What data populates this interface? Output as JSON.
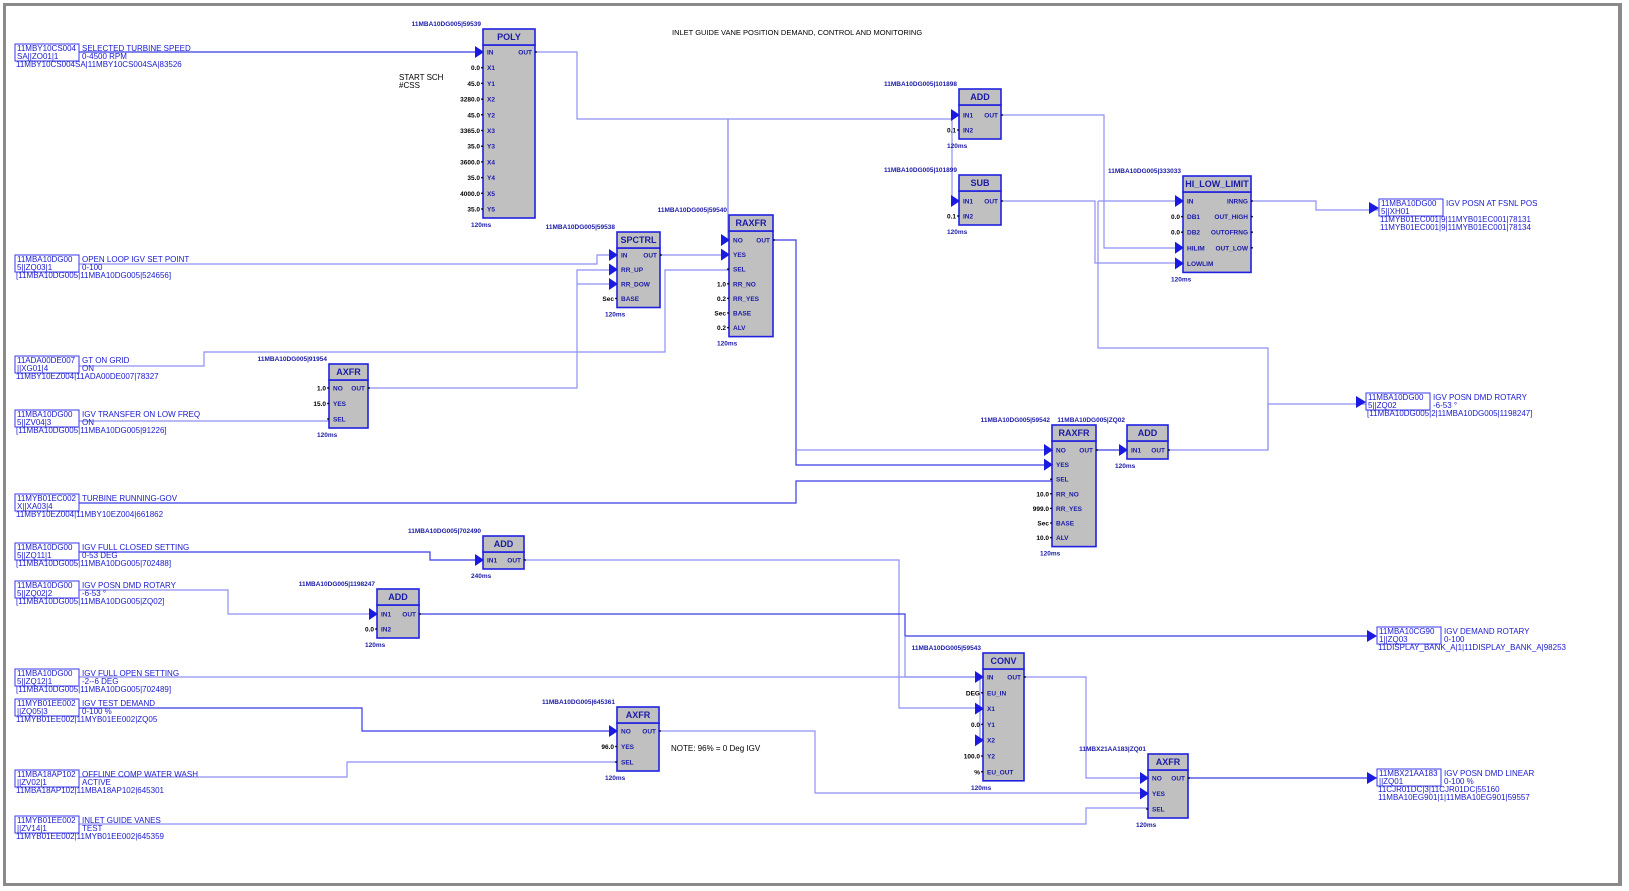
{
  "diagram": {
    "title": "INLET GUIDE VANE POSITION DEMAND, CONTROL AND MONITORING",
    "annotations": [
      {
        "id": "start-sch",
        "lines": [
          "START SCH",
          "#CSS"
        ]
      },
      {
        "id": "note-96",
        "lines": [
          "NOTE:  96% = 0 Deg IGV"
        ]
      }
    ],
    "inputs": [
      {
        "id": "selected-turbine-speed",
        "box": [
          "11MBY10CS004",
          "SA||ZO01|1"
        ],
        "label": "SELECTED TURBINE SPEED",
        "sub": "0-4500 RPM",
        "ref": [
          "11MBY10CS004SA|11MBY10CS004SA|83526"
        ]
      },
      {
        "id": "open-loop-igv-set-point",
        "box": [
          "11MBA10DG00",
          "5||ZQ03|1"
        ],
        "label": "OPEN LOOP IGV SET POINT",
        "sub": "0-100",
        "ref": [
          "[11MBA10DG005|11MBA10DG005|524656]"
        ]
      },
      {
        "id": "gt-on-grid",
        "box": [
          "11ADA00DE007",
          "||XG01|4"
        ],
        "label": "GT ON GRID",
        "sub": "ON",
        "ref": [
          "11MBY10EZ004|11ADA00DE007|78327"
        ]
      },
      {
        "id": "igv-transfer-low-freq",
        "box": [
          "11MBA10DG00",
          "5||ZV04|3"
        ],
        "label": "IGV TRANSFER ON LOW FREQ",
        "sub": "ON",
        "ref": [
          "[11MBA10DG005|11MBA10DG005|91226]"
        ]
      },
      {
        "id": "turbine-running-gov",
        "box": [
          "11MYB01EC002",
          "X||XA03|4"
        ],
        "label": "TURBINE RUNNING-GOV",
        "sub": "",
        "ref": [
          "11MBY10EZ004|11MBY10EZ004|661862"
        ]
      },
      {
        "id": "igv-full-closed-setting",
        "box": [
          "11MBA10DG00",
          "5||ZQ11|1"
        ],
        "label": "IGV FULL CLOSED SETTING",
        "sub": "0-53 DEG",
        "ref": [
          "[11MBA10DG005|11MBA10DG005|702488]"
        ]
      },
      {
        "id": "igv-posn-dmd-rotary-in",
        "box": [
          "11MBA10DG00",
          "5||ZQ02|2"
        ],
        "label": "IGV POSN DMD ROTARY",
        "sub": "-6-53 °",
        "ref": [
          "[11MBA10DG005|11MBA10DG005|ZQ02]"
        ]
      },
      {
        "id": "igv-full-open-setting",
        "box": [
          "11MBA10DG00",
          "5||ZQ12|1"
        ],
        "label": "IGV FULL OPEN SETTING",
        "sub": "-2--6 DEG",
        "ref": [
          "[11MBA10DG005|11MBA10DG005|702489]"
        ]
      },
      {
        "id": "igv-test-demand",
        "box": [
          "11MYB01EE002",
          "||ZQ05|3"
        ],
        "label": "IGV TEST DEMAND",
        "sub": "0-100 %",
        "ref": [
          "11MYB01EE002|11MYB01EE002|ZQ05"
        ]
      },
      {
        "id": "offline-comp-water-wash",
        "box": [
          "11MBA18AP102",
          "||ZV02|1"
        ],
        "label": "OFFLINE COMP WATER WASH",
        "sub": "ACTIVE",
        "ref": [
          "11MBA18AP102|11MBA18AP102|645301"
        ]
      },
      {
        "id": "inlet-guide-vanes-test",
        "box": [
          "11MYB01EE002",
          "||ZV14|1"
        ],
        "label": "INLET GUIDE VANES",
        "sub": "TEST",
        "ref": [
          "11MYB01EE002|11MYB01EE002|645359"
        ]
      }
    ],
    "outputs": [
      {
        "id": "igv-posn-at-fsnl-pos",
        "box": [
          "11MBA10DG00",
          "5||XH01"
        ],
        "label": "IGV POSN AT FSNL POS",
        "sub": "",
        "ref": [
          "11MYB01EC001|9|11MYB01EC001|78131",
          "11MYB01EC001|9|11MYB01EC001|78134"
        ]
      },
      {
        "id": "igv-posn-dmd-rotary-out",
        "box": [
          "11MBA10DG00",
          "5||ZQ02"
        ],
        "label": "IGV POSN DMD ROTARY",
        "sub": "-6-53 °",
        "ref": [
          "[11MBA10DG005|2|11MBA10DG005|1198247]"
        ]
      },
      {
        "id": "igv-demand-rotary",
        "box": [
          "11MBA10CG90",
          "1||ZQ03"
        ],
        "label": "IGV DEMAND ROTARY",
        "sub": "0-100",
        "ref": [
          "11DISPLAY_BANK_A|1|11DISPLAY_BANK_A|98253"
        ]
      },
      {
        "id": "igv-posn-dmd-linear",
        "box": [
          "11MBX21AA183",
          "||ZQ01"
        ],
        "label": "IGV POSN DMD LINEAR",
        "sub": "0-100 %",
        "ref": [
          "11CJR01DC|3|11CJR01DC|55160",
          "11MBA10EG901|1|11MBA10EG901|59557"
        ]
      }
    ],
    "blocks": [
      {
        "id": "poly",
        "type": "POLY",
        "tag": "11MBA10DG005|59539",
        "rate": "120ms",
        "inputs": [
          {
            "pin": "IN",
            "arrow": true
          },
          {
            "pin": "X1",
            "const": "0.0"
          },
          {
            "pin": "Y1",
            "const": "45.0"
          },
          {
            "pin": "X2",
            "const": "3280.0"
          },
          {
            "pin": "Y2",
            "const": "45.0"
          },
          {
            "pin": "X3",
            "const": "3365.0"
          },
          {
            "pin": "Y3",
            "const": "35.0"
          },
          {
            "pin": "X4",
            "const": "3600.0"
          },
          {
            "pin": "Y4",
            "const": "35.0"
          },
          {
            "pin": "X5",
            "const": "4000.0"
          },
          {
            "pin": "Y5",
            "const": "35.0"
          }
        ],
        "outputs": [
          "OUT"
        ]
      },
      {
        "id": "spctrl",
        "type": "SPCTRL",
        "tag": "11MBA10DG005|59538",
        "rate": "120ms",
        "inputs": [
          {
            "pin": "IN",
            "arrow": true
          },
          {
            "pin": "RR_UP",
            "arrow": true
          },
          {
            "pin": "RR_DOW",
            "arrow": true
          },
          {
            "pin": "BASE",
            "const": "Sec"
          }
        ],
        "outputs": [
          "OUT"
        ]
      },
      {
        "id": "raxfr-1",
        "type": "RAXFR",
        "tag": "11MBA10DG005|59540",
        "rate": "120ms",
        "inputs": [
          {
            "pin": "NO",
            "arrow": true
          },
          {
            "pin": "YES",
            "arrow": true
          },
          {
            "pin": "SEL"
          },
          {
            "pin": "RR_NO",
            "const": "1.0"
          },
          {
            "pin": "RR_YES",
            "const": "0.2"
          },
          {
            "pin": "BASE",
            "const": "Sec"
          },
          {
            "pin": "ALV",
            "const": "0.2"
          }
        ],
        "outputs": [
          "OUT"
        ]
      },
      {
        "id": "axfr-1",
        "type": "AXFR",
        "tag": "11MBA10DG005|91954",
        "rate": "120ms",
        "inputs": [
          {
            "pin": "NO",
            "const": "1.0"
          },
          {
            "pin": "YES",
            "const": "15.0"
          },
          {
            "pin": "SEL"
          }
        ],
        "outputs": [
          "OUT"
        ]
      },
      {
        "id": "add-1",
        "type": "ADD",
        "tag": "11MBA10DG005|101898",
        "rate": "120ms",
        "inputs": [
          {
            "pin": "IN1",
            "arrow": true
          },
          {
            "pin": "IN2",
            "const": "0.1"
          }
        ],
        "outputs": [
          "OUT"
        ]
      },
      {
        "id": "sub-1",
        "type": "SUB",
        "tag": "11MBA10DG005|101899",
        "rate": "120ms",
        "inputs": [
          {
            "pin": "IN1",
            "arrow": true
          },
          {
            "pin": "IN2",
            "const": "0.1"
          }
        ],
        "outputs": [
          "OUT"
        ]
      },
      {
        "id": "hi-low-limit",
        "type": "HI_LOW_LIMIT",
        "tag": "11MBA10DG005|333033",
        "rate": "120ms",
        "inputs": [
          {
            "pin": "IN",
            "arrow": true
          },
          {
            "pin": "DB1",
            "const": "0.0"
          },
          {
            "pin": "DB2",
            "const": "0.0"
          },
          {
            "pin": "HILIM",
            "arrow": true
          },
          {
            "pin": "LOWLIM",
            "arrow": true
          }
        ],
        "outputs": [
          "INRNG",
          "OUT_HIGH",
          "OUTOFRNG",
          "OUT_LOW"
        ]
      },
      {
        "id": "raxfr-2",
        "type": "RAXFR",
        "tag": "11MBA10DG005|59542",
        "rate": "120ms",
        "inputs": [
          {
            "pin": "NO",
            "arrow": true
          },
          {
            "pin": "YES",
            "arrow": true
          },
          {
            "pin": "SEL"
          },
          {
            "pin": "RR_NO",
            "const": "10.0"
          },
          {
            "pin": "RR_YES",
            "const": "999.0"
          },
          {
            "pin": "BASE",
            "const": "Sec"
          },
          {
            "pin": "ALV",
            "const": "10.0"
          }
        ],
        "outputs": [
          "OUT"
        ]
      },
      {
        "id": "add-2",
        "type": "ADD",
        "tag": "11MBA10DG005|ZQ02",
        "rate": "120ms",
        "inputs": [
          {
            "pin": "IN1",
            "arrow": true
          }
        ],
        "outputs": [
          "OUT"
        ]
      },
      {
        "id": "add-3",
        "type": "ADD",
        "tag": "11MBA10DG005|702490",
        "rate": "240ms",
        "inputs": [
          {
            "pin": "IN1",
            "arrow": true
          }
        ],
        "outputs": [
          "OUT"
        ]
      },
      {
        "id": "add-4",
        "type": "ADD",
        "tag": "11MBA10DG005|1198247",
        "rate": "120ms",
        "inputs": [
          {
            "pin": "IN1",
            "arrow": true
          },
          {
            "pin": "IN2",
            "const": "0.0"
          }
        ],
        "outputs": [
          "OUT"
        ]
      },
      {
        "id": "conv",
        "type": "CONV",
        "tag": "11MBA10DG005|59543",
        "rate": "120ms",
        "inputs": [
          {
            "pin": "IN",
            "arrow": true
          },
          {
            "pin": "EU_IN",
            "const": "DEG"
          },
          {
            "pin": "X1",
            "arrow": true
          },
          {
            "pin": "Y1",
            "const": "0.0"
          },
          {
            "pin": "X2",
            "arrow": true
          },
          {
            "pin": "Y2",
            "const": "100.0"
          },
          {
            "pin": "EU_OUT",
            "const": "%"
          }
        ],
        "outputs": [
          "OUT"
        ]
      },
      {
        "id": "axfr-2",
        "type": "AXFR",
        "tag": "11MBA10DG005|645361",
        "rate": "120ms",
        "inputs": [
          {
            "pin": "NO",
            "arrow": true
          },
          {
            "pin": "YES",
            "const": "96.0"
          },
          {
            "pin": "SEL"
          }
        ],
        "outputs": [
          "OUT"
        ]
      },
      {
        "id": "axfr-3",
        "type": "AXFR",
        "tag": "11MBX21AA183|ZQ01",
        "rate": "120ms",
        "inputs": [
          {
            "pin": "NO",
            "arrow": true
          },
          {
            "pin": "YES",
            "arrow": true
          },
          {
            "pin": "SEL"
          }
        ],
        "outputs": [
          "OUT"
        ]
      }
    ]
  }
}
